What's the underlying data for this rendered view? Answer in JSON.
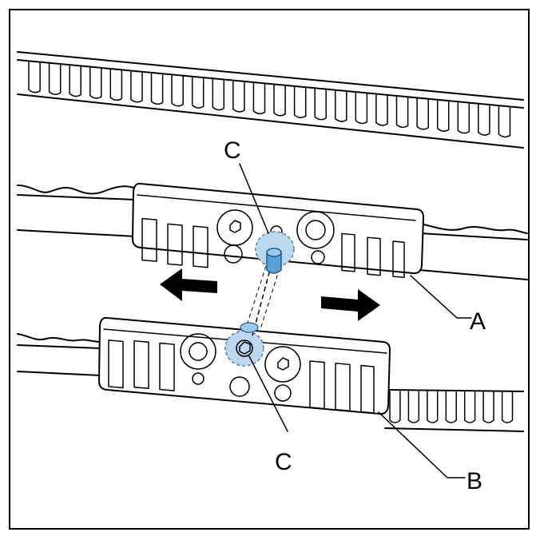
{
  "callouts": {
    "c_top": "C",
    "c_bottom": "C",
    "a": "A",
    "b": "B"
  },
  "colors": {
    "line": "#000000",
    "highlight_fill": "#bcd8ef",
    "pin_fill": "#5aa0d8"
  }
}
